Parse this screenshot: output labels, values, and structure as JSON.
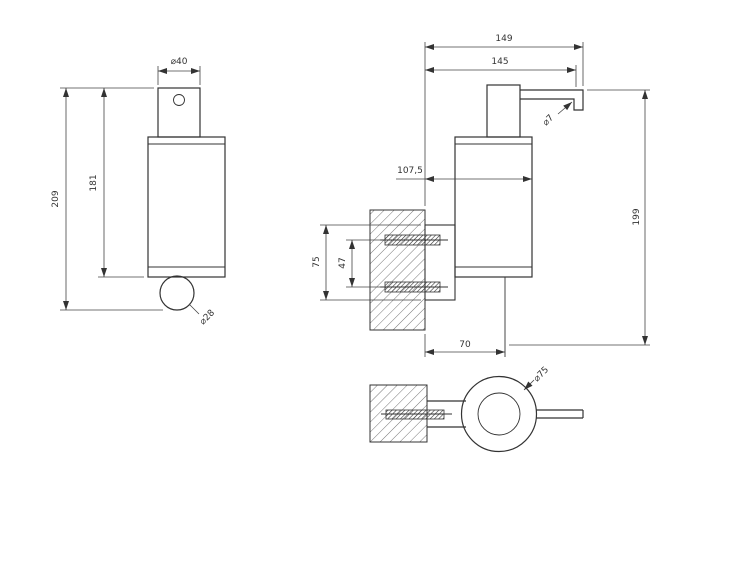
{
  "page": {
    "background": "#ffffff",
    "stroke_color": "#333333"
  },
  "drawing": {
    "front_view": {
      "dim_pump_diameter": "⌀40",
      "dim_overall_height": "209",
      "dim_body_height": "181",
      "dim_ball_diameter": "⌀28"
    },
    "side_view": {
      "dim_total_depth": "149",
      "dim_spout_reach": "145",
      "dim_spout_diameter": "⌀7",
      "dim_wall_to_front": "107,5",
      "dim_height": "199",
      "dim_plate_height": "75",
      "dim_hole_spacing": "47",
      "dim_wall_to_axis": "70"
    },
    "top_view": {
      "dim_body_diameter": "⌀75"
    }
  }
}
